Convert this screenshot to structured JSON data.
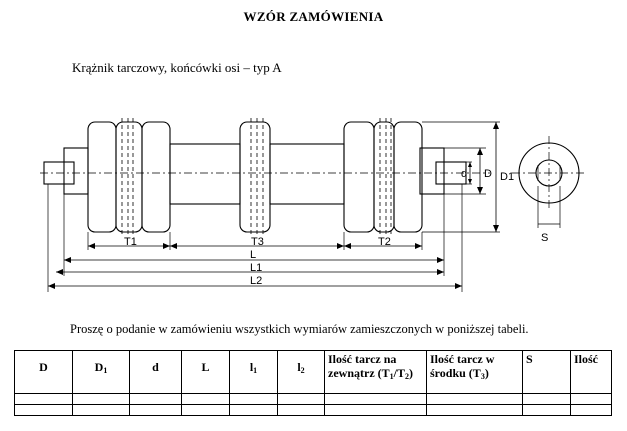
{
  "title": "WZÓR ZAMÓWIENIA",
  "subtitle": "Krążnik tarczowy, końcówki osi – typ A",
  "instruction": "Proszę o podanie w zamówieniu wszystkich wymiarów zamieszczonych w poniższej tabeli.",
  "labels": {
    "T1": "T1",
    "T3": "T3",
    "T2": "T2",
    "L": "L",
    "L1": "L1",
    "L2": "L2",
    "d": "d",
    "D": "D",
    "D1": "D1",
    "S": "S"
  },
  "table": {
    "headers": {
      "D": "D",
      "D1_base": "D",
      "D1_sub": "1",
      "d": "d",
      "L": "L",
      "l1_base": "l",
      "l1_sub": "1",
      "l2_base": "l",
      "l2_sub": "2",
      "outer_line1": "Ilość tarcz na",
      "outer_line2a": "zewnątrz (T",
      "outer_sub1": "1",
      "outer_mid": "/T",
      "outer_sub2": "2",
      "outer_end": ")",
      "inner_line1": "Ilość tarcz w",
      "inner_line2a": "środku (T",
      "inner_sub": "3",
      "inner_end": ")",
      "S": "S",
      "qty": "Ilość"
    },
    "blank_rows": 2
  }
}
